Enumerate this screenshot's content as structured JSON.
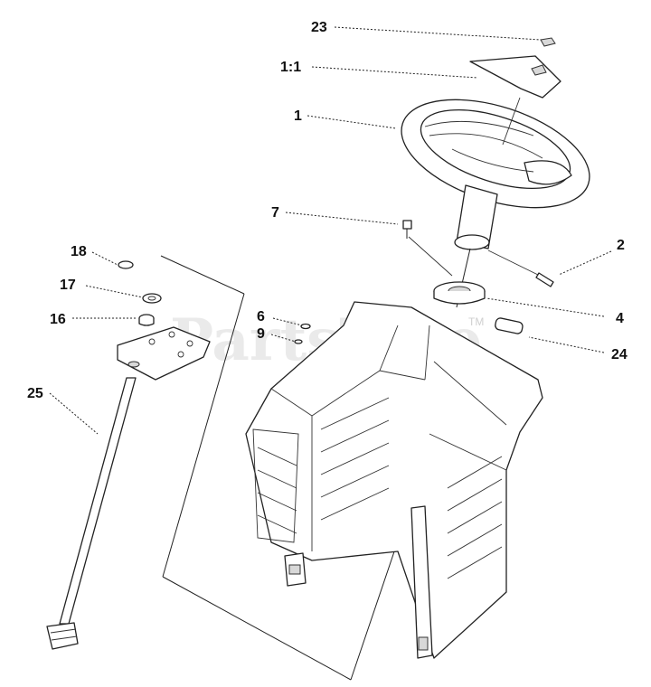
{
  "watermark": {
    "text": "PartsTree",
    "tm": "TM"
  },
  "callouts": {
    "c23": "23",
    "c1_1": "1:1",
    "c1": "1",
    "c7": "7",
    "c2": "2",
    "c18": "18",
    "c17": "17",
    "c16": "16",
    "c6": "6",
    "c9": "9",
    "c4": "4",
    "c24": "24",
    "c25": "25"
  }
}
